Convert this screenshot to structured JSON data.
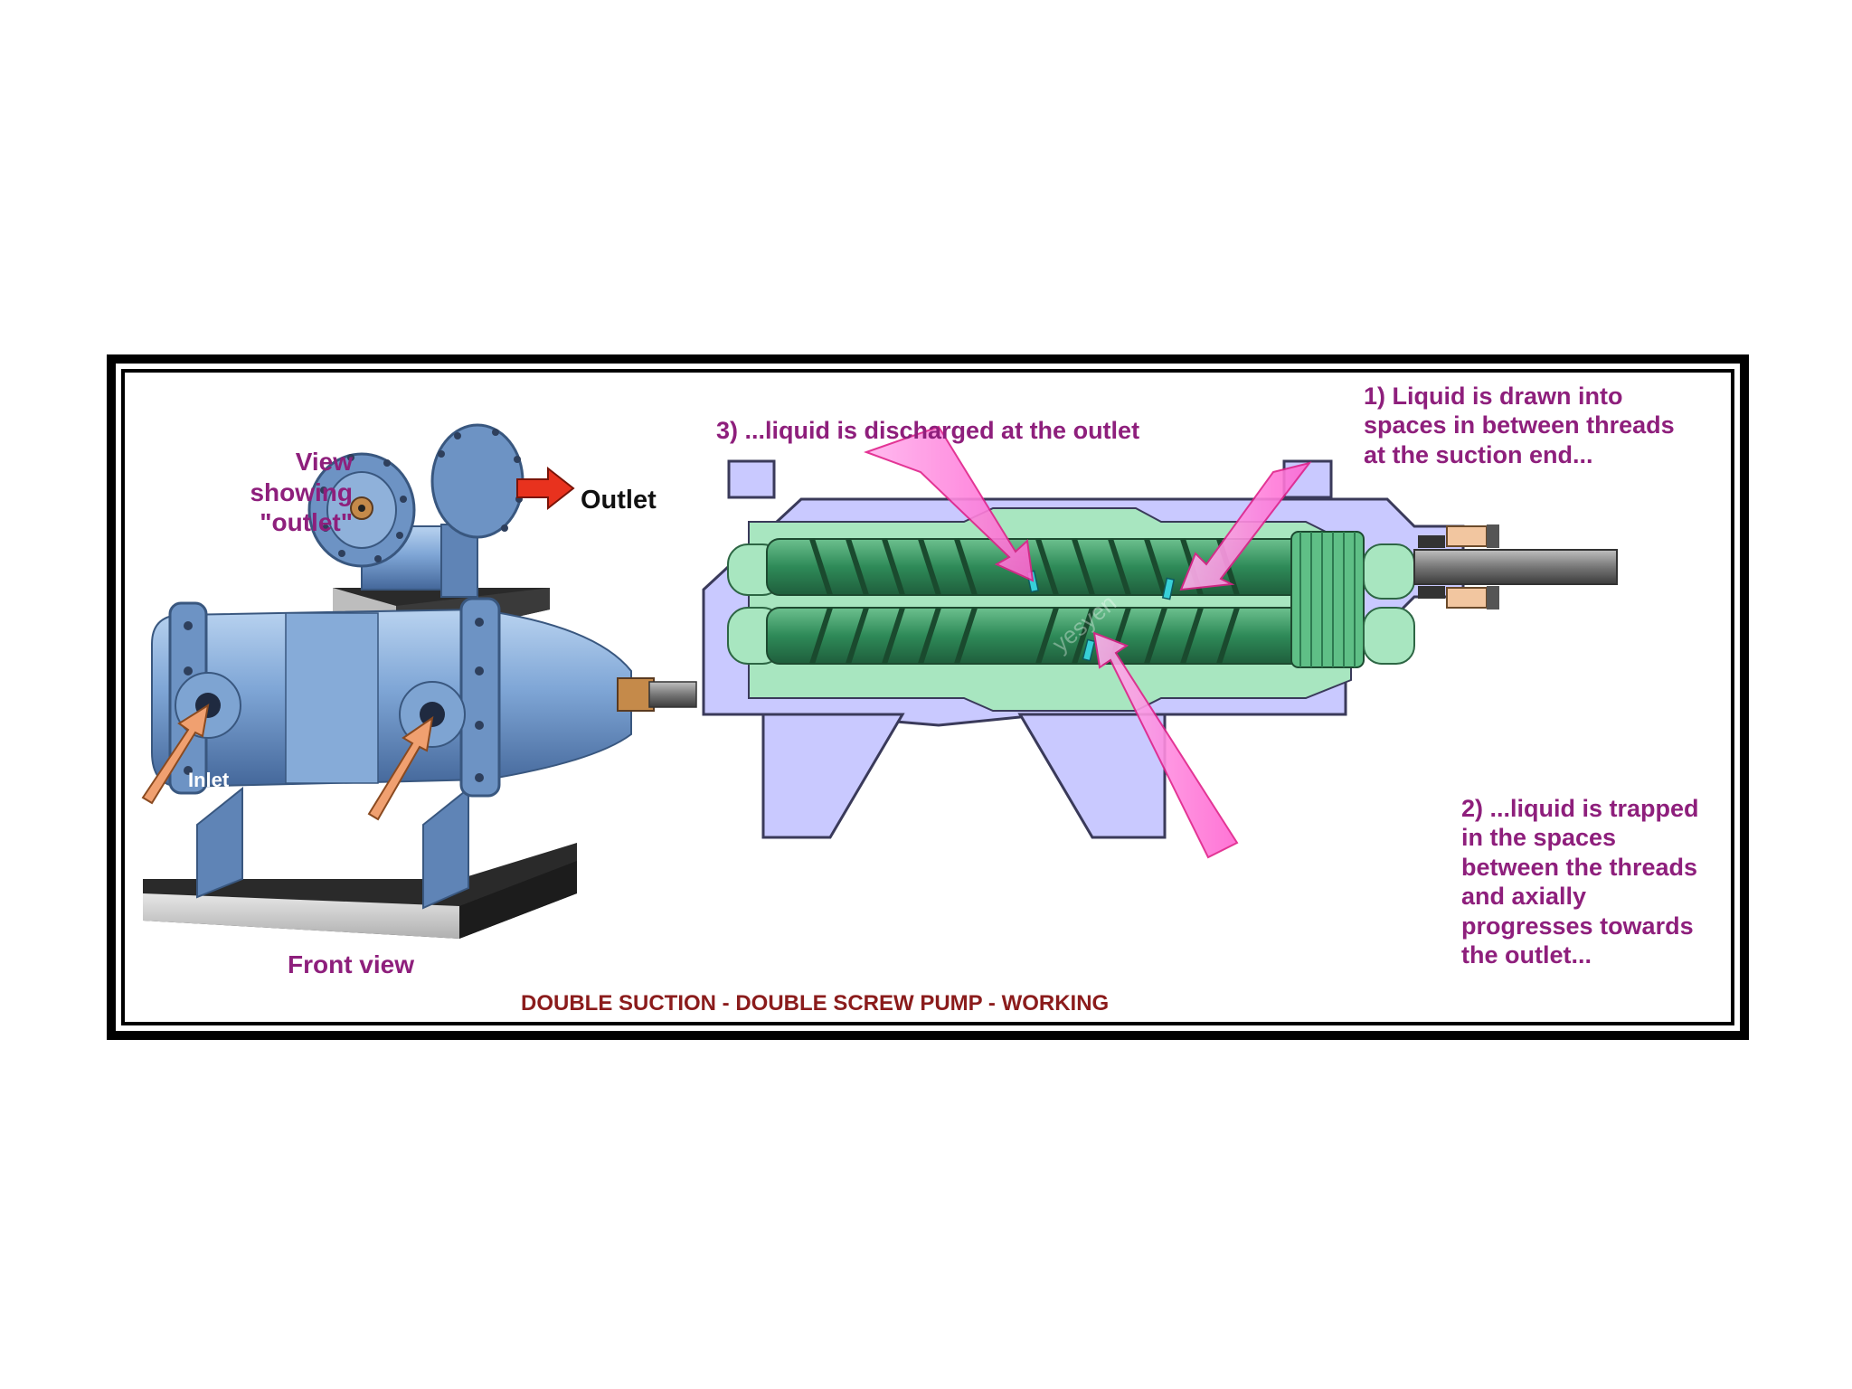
{
  "labels": {
    "view_showing": "View\nshowing\n\"outlet\"",
    "outlet": "Outlet",
    "inlet_left": "Inlet",
    "inlet_right": "Inlet",
    "front_view": "Front view",
    "step3": "3) ...liquid is discharged at the outlet",
    "step1": "1) Liquid is drawn into\nspaces in between threads\nat the suction end...",
    "step2": "2) ...liquid is trapped\nin the spaces\nbetween the threads\nand axially\nprogresses towards\nthe outlet...",
    "caption": "DOUBLE SUCTION - DOUBLE SCREW PUMP - WORKING",
    "watermark": "yesyen"
  },
  "colors": {
    "annotation_text": "#8e1f7c",
    "caption_text": "#8b1c1c",
    "casing_fill": "#c9c9ff",
    "screw_fill": "#2e8a58",
    "liner_fill": "#a8e6c0",
    "pump_body": "#7fa6d6",
    "inlet_arrow": "#f0a070",
    "outlet_arrow": "#e8321e",
    "pointer_arrow": "#ff7fd8"
  }
}
